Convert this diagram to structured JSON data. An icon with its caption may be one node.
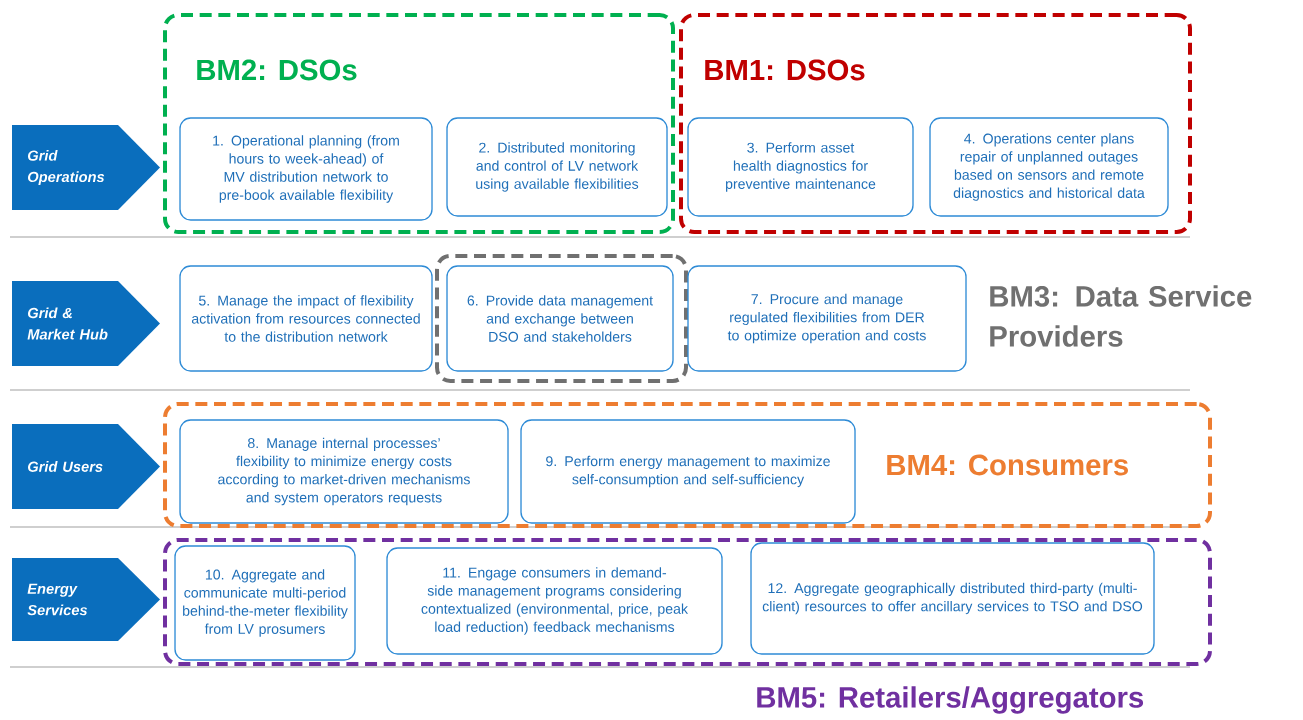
{
  "diagram": {
    "nodes": [
      {
        "text": [
          "Grid Operations"
        ]
      },
      {
        "text": [
          "BM2: DSOs"
        ]
      },
      {
        "text": [
          "1. Operational planning (from hours to week-ahead) of MV distribution network to pre-book available flexibility"
        ],
        "in": 1
      },
      {
        "text": [
          "2. Distributed monitoring and control of LV network using available flexibilities"
        ],
        "in": 1
      },
      {
        "text": [
          "BM1: DSOs"
        ]
      },
      {
        "text": [
          "3. Perform asset health diagnostics for preventive maintenance"
        ],
        "in": 4
      },
      {
        "text": [
          "4. Operations center plans repair of unplanned outages based on sensors and remote diagnostics and historical data"
        ],
        "in": 4
      },
      {
        "text": [
          "Grid & Market Hub"
        ]
      },
      {
        "text": [
          "5. Manage the impact of flexibility activation from resources connected to the distribution network"
        ]
      },
      {
        "text": [],
        "shape": "box"
      },
      {
        "text": [
          "6. Provide data management and exchange between DSO and stakeholders"
        ],
        "in": 9
      },
      {
        "text": [
          "7. Procure and manage regulated flexibilities from DER to optimize operation and costs"
        ]
      },
      {
        "text": [
          "Grid Users"
        ]
      },
      {
        "text": [
          "BM4: Consumers"
        ]
      },
      {
        "text": [
          "8. Manage internal processes’ flexibility to minimize energy costs according to market-driven mechanisms and system operators requests"
        ],
        "in": 13
      },
      {
        "text": [
          "9. Perform energy management to maximize self-consumption and self-sufficiency"
        ],
        "in": 13
      },
      {
        "text": [
          "Energy Services"
        ]
      },
      {
        "text": [
          "BM5: Retailers/Aggregators"
        ]
      },
      {
        "text": [
          "10. Aggregate and communicate multi-period behind-the-meter flexibility from LV prosumers"
        ],
        "in": 17
      },
      {
        "text": [
          "11. Engage consumers in demand-side management programs considering contextualized (environmental, price, peak load reduction) feedback mechanisms"
        ],
        "in": 17
      },
      {
        "text": [
          "12. Aggregate geographically distributed third-party (multi-client) resources to offer ancillary services to TSO and DSO"
        ],
        "in": 17
      }
    ],
    "labels": [
      "BM3: Data Service Providers"
    ]
  }
}
